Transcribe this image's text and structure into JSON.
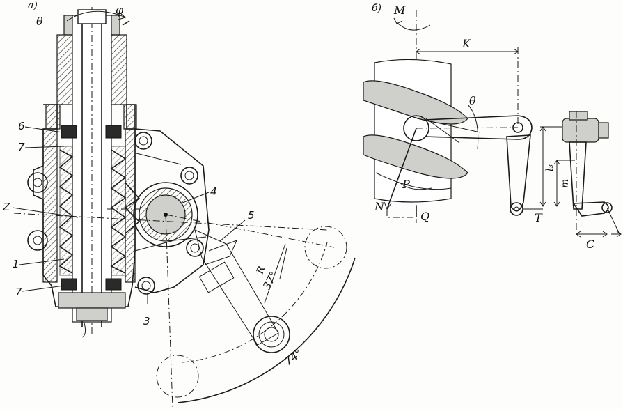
{
  "figure": {
    "panels": [
      {
        "id": "a",
        "panel_label": "а)",
        "rotation_labels": [
          "θ",
          "φ"
        ],
        "part_numbers": [
          "6",
          "7",
          "Z",
          "4",
          "5",
          "1",
          "7",
          "3"
        ],
        "angles": [
          "37°",
          "74°"
        ],
        "radius_label": "R"
      },
      {
        "id": "b",
        "panel_label": "б)",
        "force_labels": {
          "moment": "M",
          "arm": "K",
          "angle": "θ",
          "normal": "N",
          "friction": "P",
          "axial": "Q",
          "tension": "T",
          "length": "l₃",
          "lever": "m",
          "offset": "C"
        }
      }
    ]
  }
}
